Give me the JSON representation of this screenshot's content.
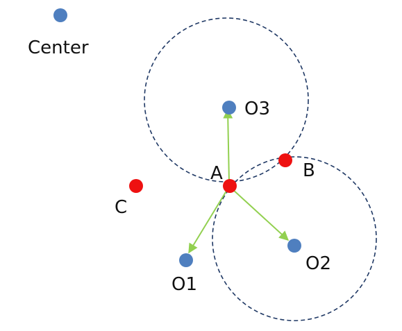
{
  "colors": {
    "blue_point": "#4f7fbf",
    "red_point": "#ee1111",
    "arrow": "#92d050",
    "circle_stroke": "#1f3864",
    "label": "#111111"
  },
  "labels": {
    "center": "Center",
    "o1": "O1",
    "o2": "O2",
    "o3": "O3",
    "a": "A",
    "b": "B",
    "c": "C"
  }
}
